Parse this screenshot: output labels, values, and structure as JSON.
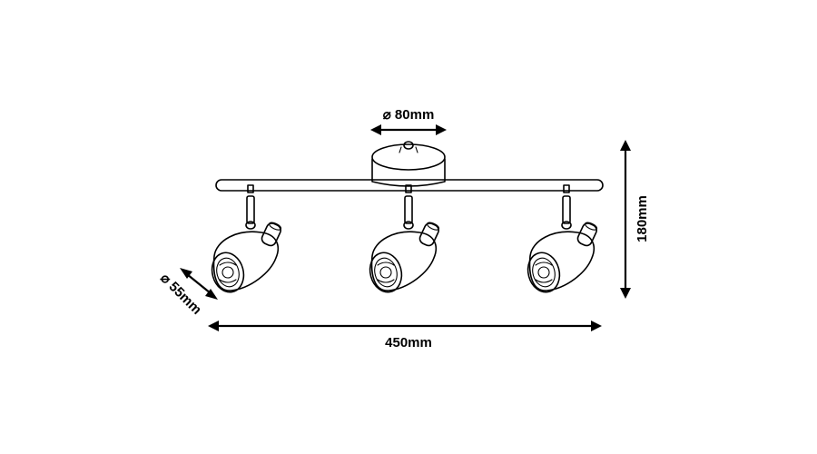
{
  "dimensions": {
    "canopy_diameter": "⌀ 80mm",
    "height": "180mm",
    "shade_diameter": "⌀ 55mm",
    "width": "450mm"
  },
  "colors": {
    "stroke": "#000000",
    "background": "#ffffff"
  }
}
